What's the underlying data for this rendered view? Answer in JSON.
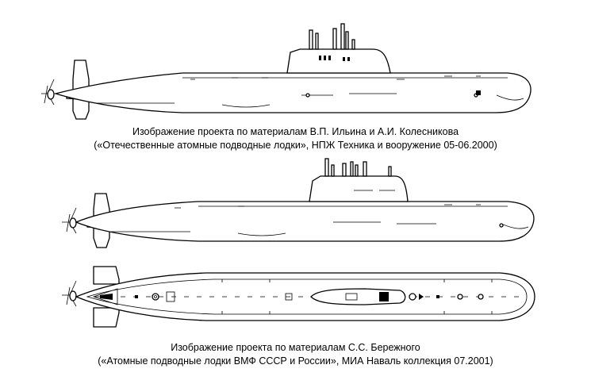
{
  "captions": {
    "top": {
      "line1": "Изображение проекта по материалам В.П. Ильина и А.И. Колесникова",
      "line2": "(«Отечественные атомные подводные лодки», НПЖ Техника и вооружение 05-06.2000)"
    },
    "bottom": {
      "line1": "Изображение проекта по материалам С.С. Бережного",
      "line2": "(«Атомные подводные лодки ВМФ СССР и России», МИА Наваль коллекция 07.2001)"
    }
  }
}
